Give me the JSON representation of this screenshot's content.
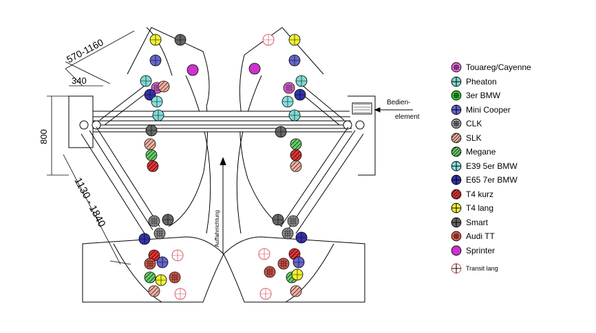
{
  "dimensions": {
    "d1": "570-1160",
    "d2": "340",
    "d3": "800",
    "d4": "1130 - 1840"
  },
  "labels": {
    "drive_direction": "Auffahrrichtung",
    "control_line1": "Bedien-",
    "control_line2": "element"
  },
  "legend": [
    {
      "label": "Touareg/Cayenne",
      "color": "#e86ce0",
      "pattern": "grid"
    },
    {
      "label": "Pheaton",
      "color": "#7fd9d4",
      "pattern": "cross"
    },
    {
      "label": "3er BMW",
      "color": "#33cc33",
      "pattern": "grid"
    },
    {
      "label": "Mini Cooper",
      "color": "#6666cc",
      "pattern": "cross"
    },
    {
      "label": "CLK",
      "color": "#999999",
      "pattern": "grid"
    },
    {
      "label": "SLK",
      "color": "#f2b0a0",
      "pattern": "hatch"
    },
    {
      "label": "Megane",
      "color": "#66cc66",
      "pattern": "hatch"
    },
    {
      "label": "E39 5er BMW",
      "color": "#88e0e0",
      "pattern": "cross"
    },
    {
      "label": "E65 7er BMW",
      "color": "#3333aa",
      "pattern": "cross"
    },
    {
      "label": "T4 kurz",
      "color": "#e03333",
      "pattern": "hatch"
    },
    {
      "label": "T4 lang",
      "color": "#f2f233",
      "pattern": "cross"
    },
    {
      "label": "Smart",
      "color": "#666666",
      "pattern": "cross"
    },
    {
      "label": "Audi TT",
      "color": "#e06050",
      "pattern": "grid"
    },
    {
      "label": "Sprinter",
      "color": "#cc33cc",
      "pattern": "solid"
    },
    {
      "label": "Transit lang",
      "color": "#cc3344",
      "pattern": "cross",
      "small": true
    }
  ]
}
